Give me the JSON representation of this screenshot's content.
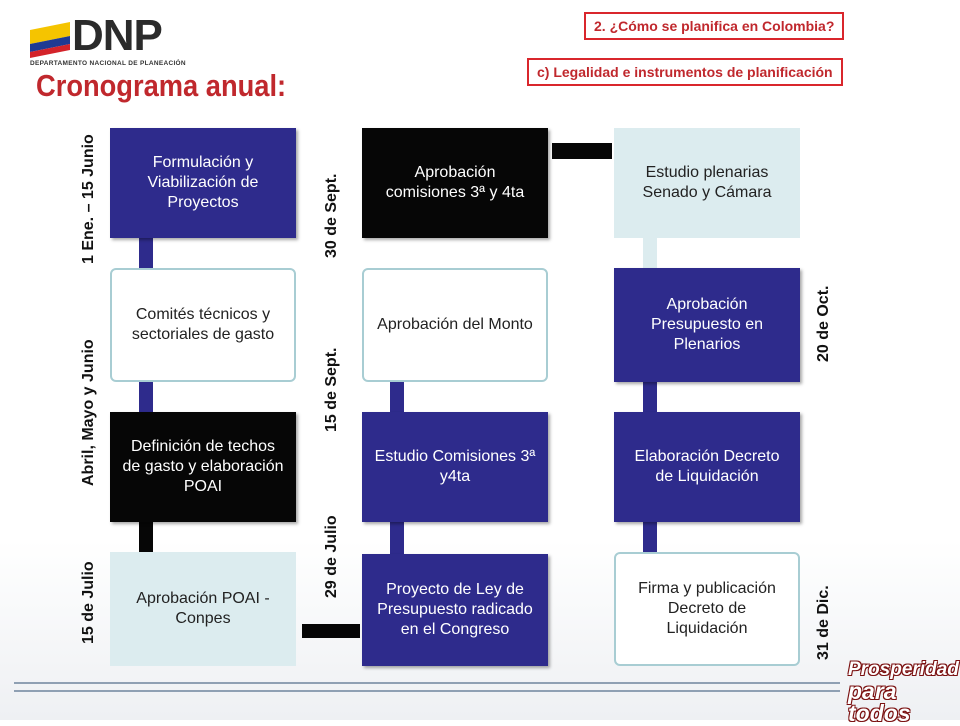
{
  "logo": {
    "name": "DNP",
    "subtitle": "DEPARTAMENTO NACIONAL DE PLANEACIÓN"
  },
  "header": {
    "title": "Cronograma anual:",
    "tag1": "2.  ¿Cómo se planifica en Colombia?",
    "tag2": "c) Legalidad e instrumentos de planificación"
  },
  "colors": {
    "navy": "#2e2b8c",
    "black": "#060606",
    "light": "#dcecef",
    "accent_red": "#c0282d"
  },
  "column1": {
    "boxes": [
      "Formulación y Viabilización de Proyectos",
      "Comités técnicos y sectoriales de gasto",
      "Definición de techos de gasto y elaboración POAI",
      "Aprobación POAI -  Conpes"
    ],
    "dates": [
      "1 Ene. – 15 Junio",
      "Abril, Mayo y Junio",
      "15 de Julio"
    ]
  },
  "column2": {
    "boxes": [
      "Aprobación comisiones 3ª y 4ta",
      "Aprobación del Monto",
      "Estudio Comisiones 3ª y4ta",
      "Proyecto de Ley de Presupuesto radicado en el Congreso"
    ],
    "dates": [
      "30  de Sept.",
      "15 de Sept.",
      "29 de Julio"
    ]
  },
  "column3": {
    "boxes": [
      "Estudio plenarias Senado y Cámara",
      "Aprobación Presupuesto en Plenarios",
      "Elaboración Decreto de Liquidación",
      "Firma y publicación Decreto de Liquidación"
    ],
    "dates": [
      "20 de Oct.",
      "31 de Dic."
    ]
  },
  "badge": {
    "line1": "Prosperidad",
    "line2": "para todos"
  }
}
